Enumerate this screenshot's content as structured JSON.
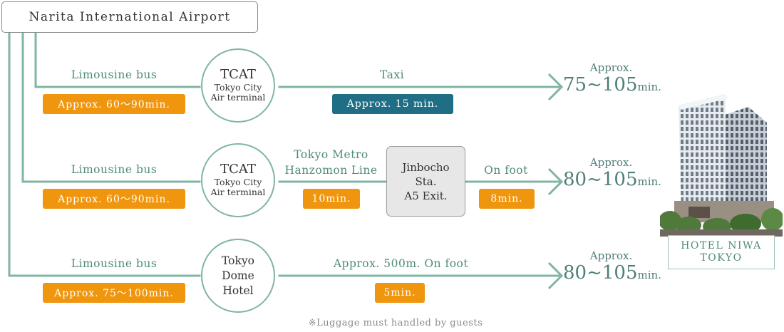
{
  "origin": "Narita International Airport",
  "routes": [
    {
      "leg1": {
        "mode": "Limousine bus",
        "time": "Approx. 60～90min."
      },
      "hub": {
        "title": "TCAT",
        "sub1": "Tokyo City",
        "sub2": "Air terminal"
      },
      "leg2": {
        "mode": "Taxi",
        "time": "Approx. 15 min."
      },
      "result": {
        "pre": "Approx.",
        "value": "75~105",
        "unit": "min."
      }
    },
    {
      "leg1": {
        "mode": "Limousine bus",
        "time": "Approx. 60～90min."
      },
      "hub": {
        "title": "TCAT",
        "sub1": "Tokyo City",
        "sub2": "Air terminal"
      },
      "leg2": {
        "mode1": "Tokyo Metro",
        "mode2": "Hanzomon Line",
        "time": "10min."
      },
      "station": {
        "l1": "Jinbocho",
        "l2": "Sta.",
        "l3": "A5 Exit."
      },
      "leg3": {
        "mode": "On foot",
        "time": "8min."
      },
      "result": {
        "pre": "Approx.",
        "value": "80~105",
        "unit": "min."
      }
    },
    {
      "leg1": {
        "mode": "Limousine bus",
        "time": "Approx. 75～100min."
      },
      "hub": {
        "l1": "Tokyo",
        "l2": "Dome",
        "l3": "Hotel"
      },
      "leg2": {
        "mode": "Approx. 500m. On foot",
        "time": "5min."
      },
      "result": {
        "pre": "Approx.",
        "value": "80~105",
        "unit": "min."
      }
    }
  ],
  "destination": {
    "line1": "HOTEL NIWA",
    "line2": "TOKYO"
  },
  "note": "※Luggage must handled by guests",
  "colors": {
    "line": "#7fb5a1",
    "orange": "#f0960e",
    "teal": "#1f6e86",
    "text_green": "#4f8b78"
  }
}
